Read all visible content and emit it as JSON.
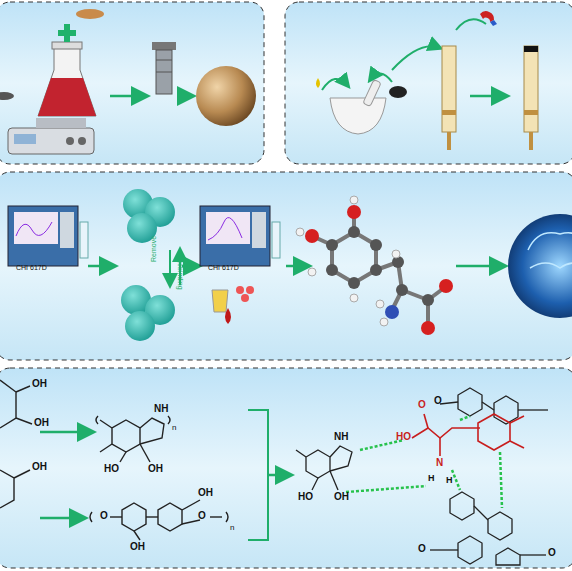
{
  "diagram": {
    "labels": [
      "CHI 617D",
      "CHI 617D",
      "Rebinding",
      "Remove",
      "OH",
      "OH",
      "OH",
      "NH",
      "HO",
      "OH",
      "n",
      "O",
      "OH",
      "OH",
      "O",
      "n",
      "NH",
      "HO",
      "OH",
      "O",
      "HO",
      "N",
      "H",
      "H",
      "O",
      "O",
      "O"
    ]
  }
}
